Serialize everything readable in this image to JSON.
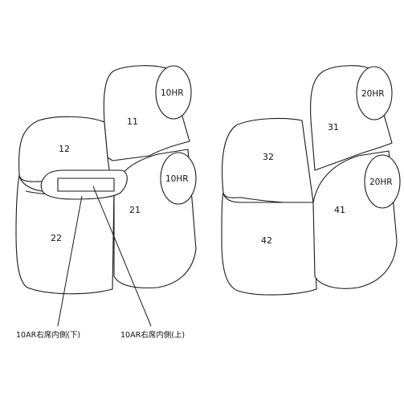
{
  "left_set": {
    "part_11": "11",
    "part_12": "12",
    "part_21": "21",
    "part_22": "22",
    "headrest_upper": "10HR",
    "headrest_lower": "10HR",
    "callout_lower": "10AR右席内側(下)",
    "callout_upper": "10AR右席内側(上)"
  },
  "right_set": {
    "part_31": "31",
    "part_32": "32",
    "part_41": "41",
    "part_42": "42",
    "headrest_upper": "20HR",
    "headrest_lower": "20HR"
  }
}
